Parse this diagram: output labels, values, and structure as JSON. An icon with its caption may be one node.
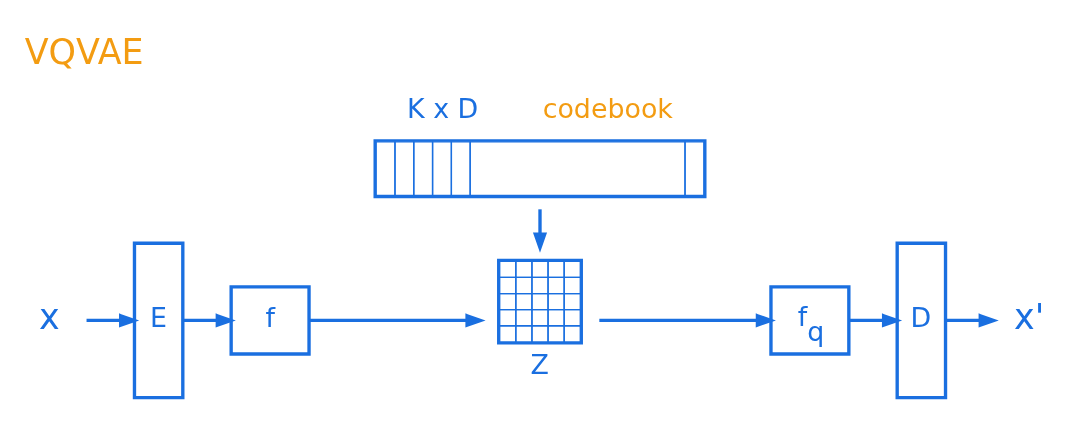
{
  "diagram": {
    "title": "VQVAE",
    "nodes": [
      {
        "text": [
          "x"
        ]
      },
      {
        "text": [
          "E"
        ]
      },
      {
        "text": [
          "f"
        ]
      },
      {
        "text": [],
        "shape": "box",
        "beside": [
          "K x D",
          "codebook"
        ]
      },
      {
        "text": [],
        "shape": "box",
        "beside": [
          "Z"
        ]
      },
      {
        "text": [
          "f$_{q}$"
        ]
      },
      {
        "text": [
          "D"
        ]
      },
      {
        "text": [
          "x'"
        ]
      }
    ],
    "edges": [
      {
        "from": 0,
        "to": 1,
        "arrow": "to"
      },
      {
        "from": 1,
        "to": 2,
        "arrow": "to"
      },
      {
        "from": 2,
        "to": 4,
        "arrow": "to"
      },
      {
        "from": 3,
        "to": 4,
        "arrow": "to"
      },
      {
        "from": 4,
        "to": 5,
        "arrow": "to"
      },
      {
        "from": 5,
        "to": 6,
        "arrow": "to"
      },
      {
        "from": 6,
        "to": 7,
        "arrow": "to"
      }
    ]
  }
}
